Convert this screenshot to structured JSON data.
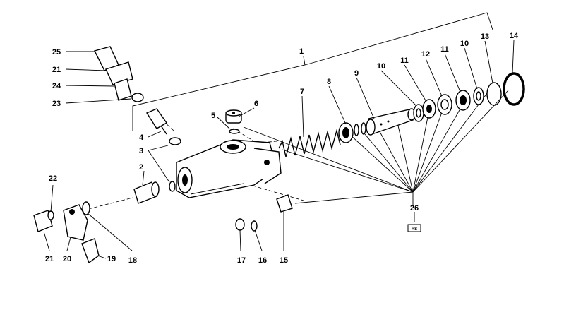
{
  "diagram": {
    "callouts": {
      "c1": "1",
      "c2": "2",
      "c3": "3",
      "c4": "4",
      "c5": "5",
      "c6": "6",
      "c7": "7",
      "c8": "8",
      "c9": "9",
      "c10a": "10",
      "c10b": "10",
      "c11a": "11",
      "c11b": "11",
      "c12": "12",
      "c13": "13",
      "c14": "14",
      "c15": "15",
      "c16": "16",
      "c17": "17",
      "c18": "18",
      "c19": "19",
      "c20": "20",
      "c21a": "21",
      "c21b": "21",
      "c22": "22",
      "c23": "23",
      "c24": "24",
      "c25": "25",
      "c26": "26"
    },
    "badge": "RS"
  }
}
